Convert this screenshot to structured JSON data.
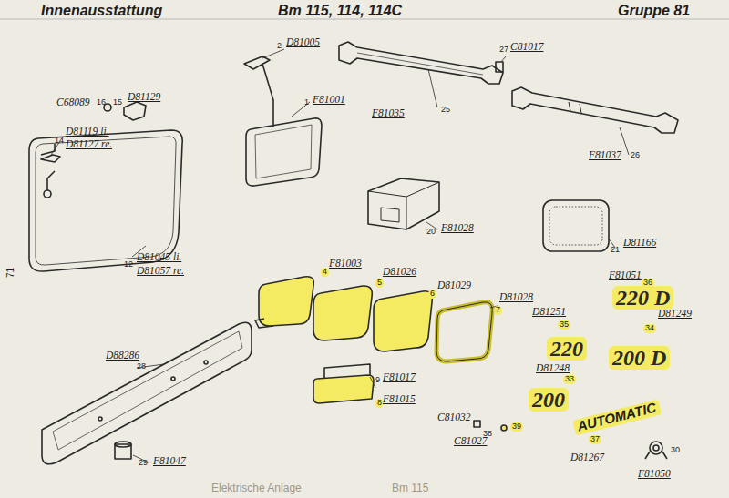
{
  "diagram": {
    "title": "Innenausstattung",
    "labels": [
      "Bm 115, 114, 114C",
      "Gruppe 81",
      "71",
      "C68089",
      "16",
      "15",
      "D81129",
      "14",
      "D81119 li.",
      "D81127 re.",
      "12",
      "D81045 li.",
      "D81057 re.",
      "2",
      "D81005",
      "1",
      "F81001",
      "F81035",
      "25",
      "27",
      "C81017",
      "F81037",
      "26",
      "20",
      "F81028",
      "21",
      "D81166",
      "4",
      "F81003",
      "5",
      "D81026",
      "6",
      "D81029",
      "D81028",
      "7",
      "9",
      "F81017",
      "8",
      "F81015",
      "D88286",
      "28",
      "29",
      "F81047",
      "C81032",
      "38",
      "39",
      "C81027",
      "D81251",
      "35",
      "F81051",
      "36",
      "D81249",
      "34",
      "D81248",
      "33",
      "D81267",
      "37",
      "30",
      "F81050",
      "220",
      "220 D",
      "200 D",
      "200",
      "AUTOMATIC",
      "Elektrische Anlage",
      "Bm 115"
    ]
  }
}
